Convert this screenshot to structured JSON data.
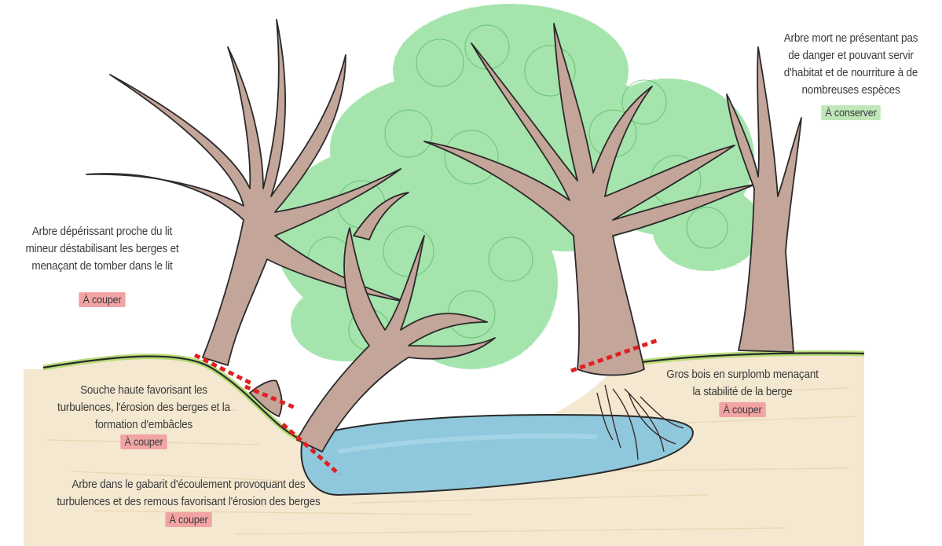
{
  "annotations": {
    "dead_tree": {
      "lines": [
        "Arbre mort ne présentant pas",
        "de danger et pouvant servir",
        "d'habitat et de nourriture à de",
        "nombreuses espèces"
      ],
      "action": "À conserver"
    },
    "dying_tree": {
      "lines": [
        "Arbre dépérissant proche du lit",
        "mineur déstabilisant les berges et",
        "menaçant de tomber dans le lit"
      ],
      "action": "À couper"
    },
    "high_stump": {
      "lines": [
        "Souche haute favorisant les",
        "turbulences, l'érosion des berges et la",
        "formation d'embâcles"
      ],
      "action": "À couper"
    },
    "channel_tree": {
      "lines": [
        "Arbre dans le gabarit d'écoulement provoquant des",
        "turbulences et des remous favorisant l'érosion des berges"
      ],
      "action": "À couper"
    },
    "overhang_wood": {
      "lines": [
        "Gros bois en surplomb menaçant",
        "la stabilité de la berge"
      ],
      "action": "À couper"
    }
  },
  "colors": {
    "cut_tag": "#f2a4a4",
    "keep_tag": "#bfe7b8",
    "water": "#8fc8dd",
    "bank": "#f3e7cf",
    "grass": "#a6d75a",
    "trunk": "#c4a59a",
    "foliage": "#5ccf6a",
    "cut_line": "#e02020"
  }
}
